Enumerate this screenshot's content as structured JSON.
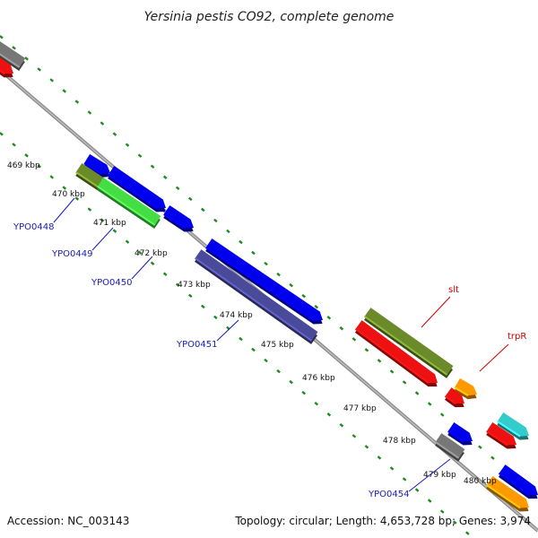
{
  "title": "Yersinia pestis CO92, complete genome",
  "footer": {
    "accession": "Accession: NC_003143",
    "stats": "Topology: circular; Length: 4,653,728 bp; Genes: 3,974"
  },
  "ticks": [
    {
      "label": "469 kbp"
    },
    {
      "label": "470 kbp"
    },
    {
      "label": "471 kbp"
    },
    {
      "label": "472 kbp"
    },
    {
      "label": "473 kbp"
    },
    {
      "label": "474 kbp"
    },
    {
      "label": "475 kbp"
    },
    {
      "label": "476 kbp"
    },
    {
      "label": "477 kbp"
    },
    {
      "label": "478 kbp"
    },
    {
      "label": "479 kbp"
    },
    {
      "label": "480 kbp"
    }
  ],
  "gene_labels": [
    {
      "name": "YPO0448",
      "color": "#1a1ab8"
    },
    {
      "name": "YPO0449",
      "color": "#1a1ab8"
    },
    {
      "name": "YPO0450",
      "color": "#1a1ab8"
    },
    {
      "name": "YPO0451",
      "color": "#1a1ab8"
    },
    {
      "name": "YPO0454",
      "color": "#1a1ab8"
    },
    {
      "name": "slt",
      "color": "#d00000"
    },
    {
      "name": "trpR",
      "color": "#d00000"
    }
  ],
  "colors": {
    "backbone": "#8a8a8a",
    "tick_dots": "#1f8a1f",
    "blue": "#0000ee",
    "navy": "#4a4a9a",
    "green_light": "#44dd44",
    "olive": "#6b8a2a",
    "red": "#ee1111",
    "orange": "#ff9900",
    "cyan": "#33cccc",
    "gray": "#777777"
  }
}
